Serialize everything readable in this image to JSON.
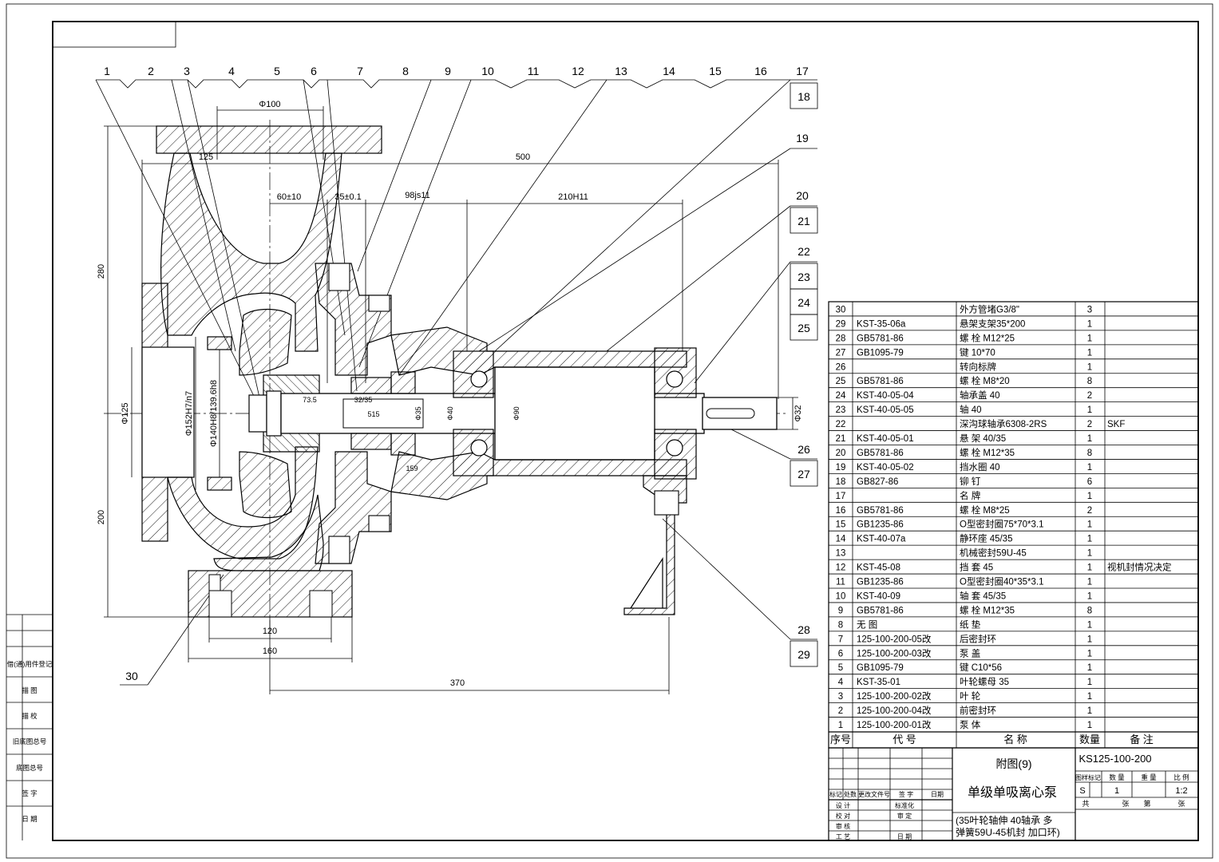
{
  "balloons_top": [
    "1",
    "2",
    "3",
    "4",
    "5",
    "6",
    "7",
    "8",
    "9",
    "10",
    "11",
    "12",
    "13",
    "14",
    "15",
    "16",
    "17"
  ],
  "balloons_right": [
    "18",
    "19",
    "20",
    "21",
    "22",
    "23",
    "24",
    "25",
    "26",
    "27",
    "28",
    "29"
  ],
  "balloon_bottom_left": "30",
  "dimensions": {
    "d100": "Φ100",
    "d125_top": "125",
    "d500": "500",
    "d60": "60±10",
    "d35": "35±0.1",
    "d98": "98js11",
    "d210": "210H11",
    "d280": "280",
    "d200": "200",
    "d120": "120",
    "d160": "160",
    "d370": "370",
    "dphi125": "Φ125",
    "dphi152": "Φ152H7/n7",
    "dphi140": "Φ140H8/139.6h8",
    "d73": "73.5",
    "d32_35": "32/35",
    "d515": "515",
    "dphi35": "Φ35",
    "dphi40": "Φ40",
    "dphi90": "Φ90",
    "dphi32": "Φ32",
    "d159": "159"
  },
  "left_strip": [
    "借(通)用件登记",
    "描  图",
    "描  校",
    "旧底图总号",
    "底图总号",
    "签  字",
    "日  期"
  ],
  "parts": [
    {
      "no": "30",
      "code": "",
      "name": "外方管堵G3/8\"",
      "qty": "3",
      "note": ""
    },
    {
      "no": "29",
      "code": "KST-35-06a",
      "name": "悬架支架35*200",
      "qty": "1",
      "note": ""
    },
    {
      "no": "28",
      "code": "GB5781-86",
      "name": "螺  栓  M12*25",
      "qty": "1",
      "note": ""
    },
    {
      "no": "27",
      "code": "GB1095-79",
      "name": "键  10*70",
      "qty": "1",
      "note": ""
    },
    {
      "no": "26",
      "code": "",
      "name": "转向标牌",
      "qty": "1",
      "note": ""
    },
    {
      "no": "25",
      "code": "GB5781-86",
      "name": "螺  栓  M8*20",
      "qty": "8",
      "note": ""
    },
    {
      "no": "24",
      "code": "KST-40-05-04",
      "name": "轴承盖  40",
      "qty": "2",
      "note": ""
    },
    {
      "no": "23",
      "code": "KST-40-05-05",
      "name": "轴  40",
      "qty": "1",
      "note": ""
    },
    {
      "no": "22",
      "code": "",
      "name": "深沟球轴承6308-2RS",
      "qty": "2",
      "note": "SKF"
    },
    {
      "no": "21",
      "code": "KST-40-05-01",
      "name": "悬  架  40/35",
      "qty": "1",
      "note": ""
    },
    {
      "no": "20",
      "code": "GB5781-86",
      "name": "螺  栓  M12*35",
      "qty": "8",
      "note": ""
    },
    {
      "no": "19",
      "code": "KST-40-05-02",
      "name": "挡水圈  40",
      "qty": "1",
      "note": ""
    },
    {
      "no": "18",
      "code": "GB827-86",
      "name": "铆  钉",
      "qty": "6",
      "note": ""
    },
    {
      "no": "17",
      "code": "",
      "name": "名  牌",
      "qty": "1",
      "note": ""
    },
    {
      "no": "16",
      "code": "GB5781-86",
      "name": "螺  栓  M8*25",
      "qty": "2",
      "note": ""
    },
    {
      "no": "15",
      "code": "GB1235-86",
      "name": "O型密封圈75*70*3.1",
      "qty": "1",
      "note": ""
    },
    {
      "no": "14",
      "code": "KST-40-07a",
      "name": "静环座  45/35",
      "qty": "1",
      "note": ""
    },
    {
      "no": "13",
      "code": "",
      "name": "机械密封59U-45",
      "qty": "1",
      "note": ""
    },
    {
      "no": "12",
      "code": "KST-45-08",
      "name": "挡  套  45",
      "qty": "1",
      "note": "视机封情况决定"
    },
    {
      "no": "11",
      "code": "GB1235-86",
      "name": "O型密封圈40*35*3.1",
      "qty": "1",
      "note": ""
    },
    {
      "no": "10",
      "code": "KST-40-09",
      "name": "轴  套  45/35",
      "qty": "1",
      "note": ""
    },
    {
      "no": "9",
      "code": "GB5781-86",
      "name": "螺  栓  M12*35",
      "qty": "8",
      "note": ""
    },
    {
      "no": "8",
      "code": "无    图",
      "name": "纸  垫",
      "qty": "1",
      "note": ""
    },
    {
      "no": "7",
      "code": "125-100-200-05改",
      "name": "后密封环",
      "qty": "1",
      "note": ""
    },
    {
      "no": "6",
      "code": "125-100-200-03改",
      "name": "泵  盖",
      "qty": "1",
      "note": ""
    },
    {
      "no": "5",
      "code": "GB1095-79",
      "name": "键  C10*56",
      "qty": "1",
      "note": ""
    },
    {
      "no": "4",
      "code": "KST-35-01",
      "name": "叶轮螺母  35",
      "qty": "1",
      "note": ""
    },
    {
      "no": "3",
      "code": "125-100-200-02改",
      "name": "叶  轮",
      "qty": "1",
      "note": ""
    },
    {
      "no": "2",
      "code": "125-100-200-04改",
      "name": "前密封环",
      "qty": "1",
      "note": ""
    },
    {
      "no": "1",
      "code": "125-100-200-01改",
      "name": "泵  体",
      "qty": "1",
      "note": ""
    }
  ],
  "table_header": {
    "no": "序号",
    "code": "代    号",
    "name": "名          称",
    "qty": "数量",
    "note": "备    注"
  },
  "title_block": {
    "figure": "附图(9)",
    "title": "单级单吸离心泵",
    "subtitle_1": "(35叶轮轴伸  40轴承  多",
    "subtitle_2": "弹簧59U-45机封 加口环)",
    "drawing_no": "KS125-100-200",
    "sample_mark_label": "图样标记",
    "qty_label": "数  量",
    "weight_label": "重  量",
    "scale_label": "比  例",
    "sample_mark": "S",
    "qty": "1",
    "scale": "1:2",
    "sheets_total_label": "共",
    "sheet_label": "张",
    "sheet_no_label": "第",
    "sheet_label_2": "张",
    "rev_cols": [
      "标记",
      "处数",
      "更改文件号",
      "签  字",
      "日期"
    ],
    "roles": [
      "设  计",
      "校  对",
      "审  核",
      "工  艺"
    ],
    "roles2": [
      "标准化",
      "审  定",
      "",
      "日  期"
    ]
  }
}
